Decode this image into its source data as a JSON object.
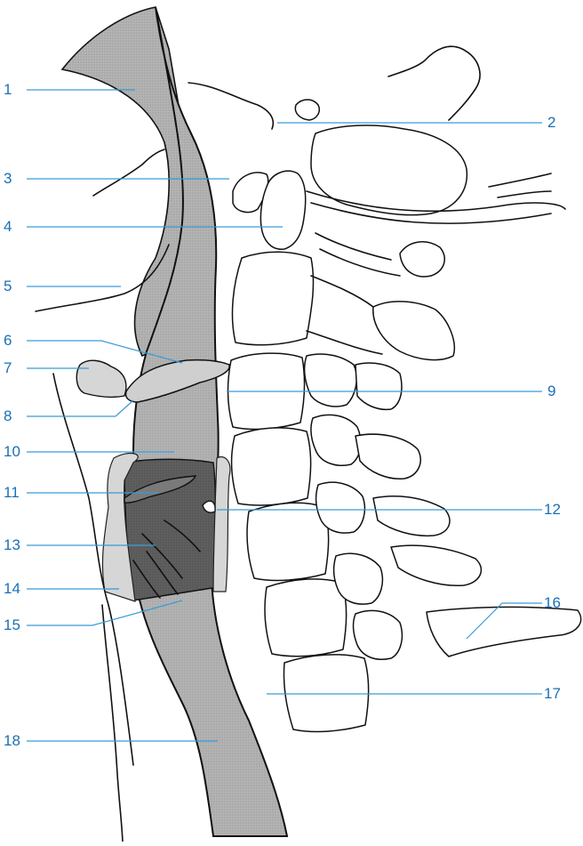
{
  "figure": {
    "title": "",
    "colors": {
      "label_text": "#1a6fb5",
      "leader_line": "#3a9ad9",
      "airway_fill": "#a9a9a9",
      "cartilage_light": "#d3d3d3",
      "larynx_dark": "#5e5e5e",
      "outline": "#111111"
    }
  },
  "labels": [
    {
      "id": "l1",
      "text": "1"
    },
    {
      "id": "l2",
      "text": "2"
    },
    {
      "id": "l3",
      "text": "3"
    },
    {
      "id": "l4",
      "text": "4"
    },
    {
      "id": "l5",
      "text": "5"
    },
    {
      "id": "l6",
      "text": "6"
    },
    {
      "id": "l7",
      "text": "7"
    },
    {
      "id": "l8",
      "text": "8"
    },
    {
      "id": "l9",
      "text": "9"
    },
    {
      "id": "l10",
      "text": "10"
    },
    {
      "id": "l11",
      "text": "11"
    },
    {
      "id": "l12",
      "text": "12"
    },
    {
      "id": "l13",
      "text": "13"
    },
    {
      "id": "l14",
      "text": "14"
    },
    {
      "id": "l15",
      "text": "15"
    },
    {
      "id": "l16",
      "text": "16"
    },
    {
      "id": "l17",
      "text": "17"
    },
    {
      "id": "l18",
      "text": "18"
    }
  ]
}
